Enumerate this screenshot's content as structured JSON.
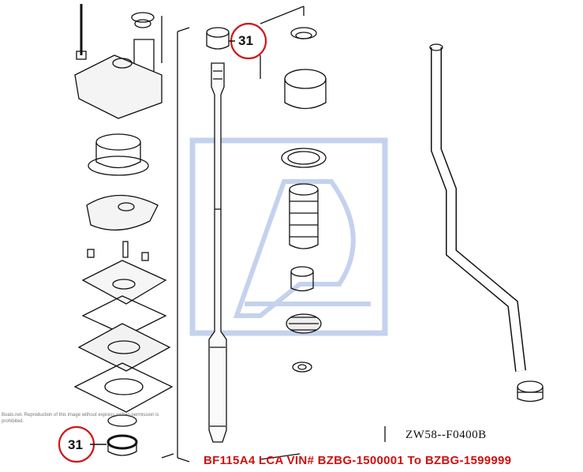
{
  "diagram": {
    "code": "ZW58--F0400B",
    "caption": "BF115A4 LCA VIN# BZBG-1500001 To BZBG-1599999",
    "callouts": [
      {
        "number": "31"
      },
      {
        "number": "31"
      }
    ],
    "copyright": "Boats.net. Reproduction of this image without express written permission is prohibited.",
    "colors": {
      "callout": "#cc1a1a",
      "caption": "#d01010",
      "watermark": "#b8c8e8"
    }
  }
}
